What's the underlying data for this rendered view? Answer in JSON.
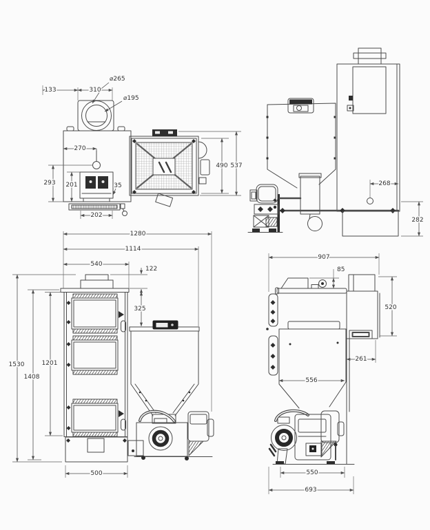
{
  "drawing": {
    "background": "#fbfbfb",
    "line_color": "#4a4a4a",
    "dim_color": "#4f4f4f",
    "views": {
      "top_view": {
        "dims": {
          "d133": "133",
          "d310": "310",
          "d265": "⌀265",
          "d195": "⌀195",
          "d270": "270",
          "d293": "293",
          "d201": "201",
          "d35": "35",
          "d202": "202",
          "d490": "490",
          "d537": "537"
        }
      },
      "right_side_view": {
        "dims": {
          "d268": "268",
          "d282": "282"
        }
      },
      "front_view": {
        "dims": {
          "d1280": "1280",
          "d1114": "1114",
          "d540": "540",
          "d122": "122",
          "d325": "325",
          "d1530": "1530",
          "d1408": "1408",
          "d1201": "1201",
          "d500": "500"
        }
      },
      "left_side_view": {
        "dims": {
          "d907": "907",
          "d85": "85",
          "d520": "520",
          "d261": "261",
          "d556": "556",
          "d550": "550",
          "d693": "693"
        }
      }
    }
  }
}
